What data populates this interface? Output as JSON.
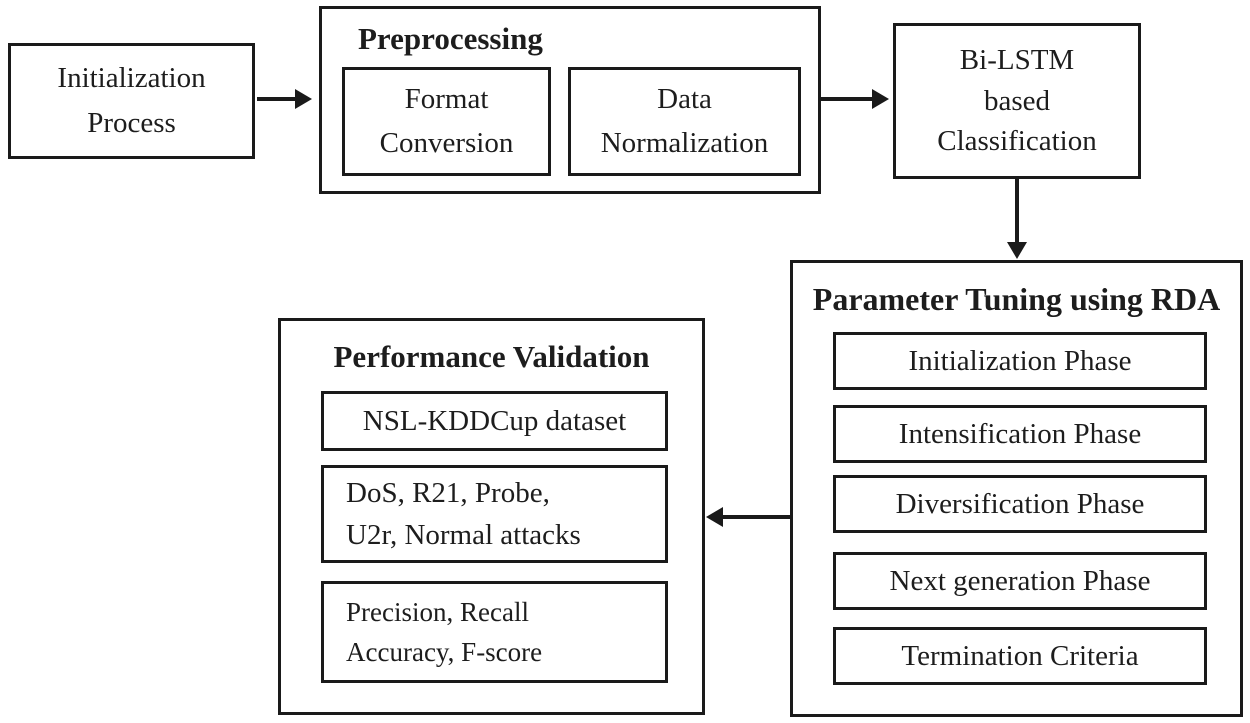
{
  "colors": {
    "line": "#1a1a1a",
    "background": "#ffffff",
    "text": "#1d1d1d"
  },
  "nodes": {
    "initialization": {
      "lines": [
        "Initialization",
        "Process"
      ]
    },
    "preprocessing": {
      "title": "Preprocessing",
      "format_conversion": {
        "lines": [
          "Format",
          "Conversion"
        ]
      },
      "data_normalization": {
        "lines": [
          "Data",
          "Normalization"
        ]
      }
    },
    "bilstm": {
      "lines": [
        "Bi-LSTM",
        "based",
        "Classification"
      ]
    },
    "rda": {
      "title": "Parameter Tuning using RDA",
      "phases": [
        "Initialization Phase",
        "Intensification Phase",
        "Diversification Phase",
        "Next generation Phase",
        "Termination Criteria"
      ]
    },
    "validation": {
      "title": "Performance Validation",
      "items": [
        {
          "lines": [
            "NSL-KDDCup dataset"
          ]
        },
        {
          "lines": [
            "DoS, R21, Probe,",
            "U2r, Normal attacks"
          ]
        },
        {
          "lines": [
            "Precision, Recall",
            "Accuracy, F-score"
          ]
        }
      ]
    }
  }
}
